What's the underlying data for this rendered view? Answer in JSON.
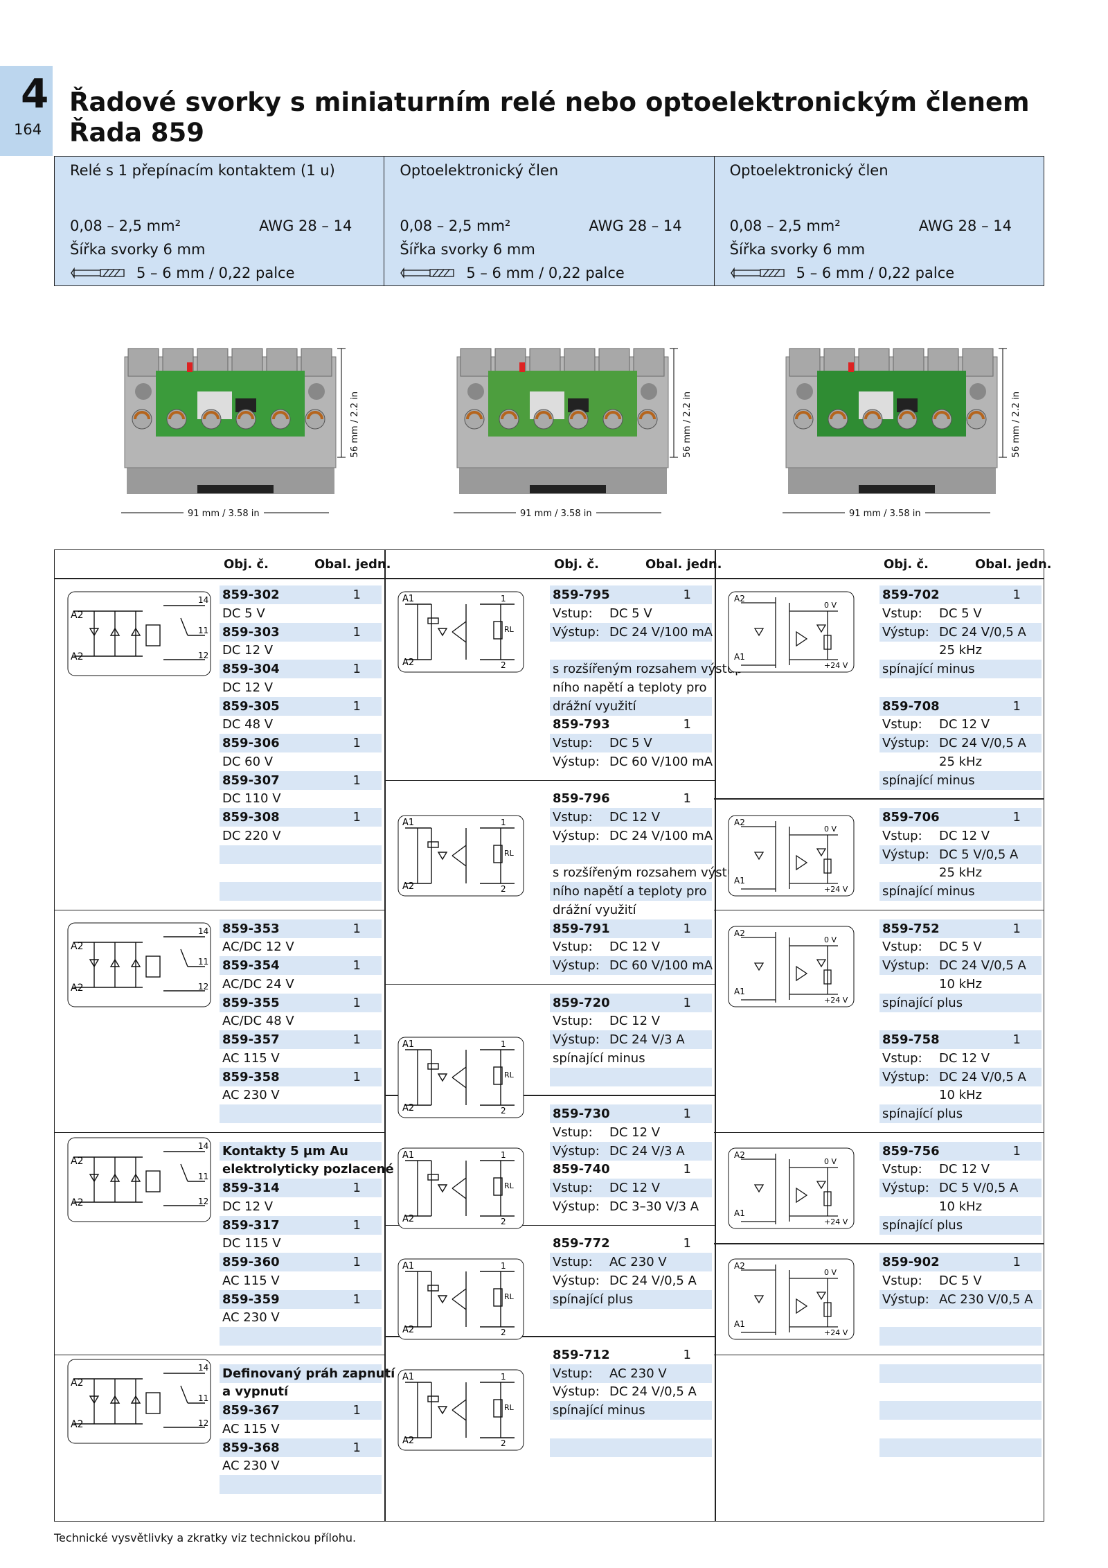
{
  "chapter": {
    "number": "4",
    "page": "164"
  },
  "title": {
    "line1": "Řadové svorky s miniaturním relé nebo optoelektronickým členem",
    "line2": "Řada 859"
  },
  "header": [
    {
      "name": "Relé s 1 přepínacím kontaktem (1 u)",
      "size": "0,08 – 2,5 mm²",
      "awg": "AWG 28 – 14",
      "width": "Šířka svorky 6 mm",
      "strip": "5 – 6 mm / 0,22 palce"
    },
    {
      "name": "Optoelektronický člen",
      "size": "0,08 – 2,5 mm²",
      "awg": "AWG 28 – 14",
      "width": "Šířka svorky 6 mm",
      "strip": "5 – 6 mm / 0,22 palce"
    },
    {
      "name": "Optoelektronický člen",
      "size": "0,08 – 2,5 mm²",
      "awg": "AWG 28 – 14",
      "width": "Šířka svorky 6 mm",
      "strip": "5 – 6 mm / 0,22 palce"
    }
  ],
  "dimensions": {
    "height": "56 mm / 2.2 in",
    "width": "91 mm / 3.58 in"
  },
  "table_header": {
    "order": "Obj. č.",
    "pack": "Obal. jedn."
  },
  "col1": [
    {
      "t": "p",
      "a": "859-302",
      "q": "1"
    },
    {
      "t": "v",
      "a": "DC 5 V"
    },
    {
      "t": "p",
      "a": "859-303",
      "q": "1"
    },
    {
      "t": "v",
      "a": "DC 12 V"
    },
    {
      "t": "p",
      "a": "859-304",
      "q": "1"
    },
    {
      "t": "v",
      "a": "DC 12 V"
    },
    {
      "t": "p",
      "a": "859-305",
      "q": "1"
    },
    {
      "t": "v",
      "a": "DC 48 V"
    },
    {
      "t": "p",
      "a": "859-306",
      "q": "1"
    },
    {
      "t": "v",
      "a": "DC 60 V"
    },
    {
      "t": "p",
      "a": "859-307",
      "q": "1"
    },
    {
      "t": "v",
      "a": "DC 110 V"
    },
    {
      "t": "p",
      "a": "859-308",
      "q": "1"
    },
    {
      "t": "v",
      "a": "DC 220 V"
    },
    {
      "t": "e"
    },
    {
      "t": "e"
    },
    {
      "t": "e"
    },
    {
      "t": "sep"
    },
    {
      "t": "p",
      "a": "859-353",
      "q": "1"
    },
    {
      "t": "v",
      "a": "AC/DC 12 V"
    },
    {
      "t": "p",
      "a": "859-354",
      "q": "1"
    },
    {
      "t": "v",
      "a": "AC/DC 24 V"
    },
    {
      "t": "p",
      "a": "859-355",
      "q": "1"
    },
    {
      "t": "v",
      "a": "AC/DC 48 V"
    },
    {
      "t": "p",
      "a": "859-357",
      "q": "1"
    },
    {
      "t": "v",
      "a": "AC 115 V"
    },
    {
      "t": "p",
      "a": "859-358",
      "q": "1"
    },
    {
      "t": "v",
      "a": "AC 230 V"
    },
    {
      "t": "e"
    },
    {
      "t": "sep"
    },
    {
      "t": "h",
      "a": "Kontakty 5 μm Au"
    },
    {
      "t": "h",
      "a": "elektrolyticky pozlacené"
    },
    {
      "t": "p",
      "a": "859-314",
      "q": "1"
    },
    {
      "t": "v",
      "a": "DC 12 V"
    },
    {
      "t": "p",
      "a": "859-317",
      "q": "1"
    },
    {
      "t": "v",
      "a": "DC 115 V"
    },
    {
      "t": "p",
      "a": "859-360",
      "q": "1"
    },
    {
      "t": "v",
      "a": "AC 115 V"
    },
    {
      "t": "p",
      "a": "859-359",
      "q": "1"
    },
    {
      "t": "v",
      "a": "AC 230 V"
    },
    {
      "t": "e"
    },
    {
      "t": "sep"
    },
    {
      "t": "h",
      "a": "Definovaný práh zapnutí"
    },
    {
      "t": "h",
      "a": "a vypnutí"
    },
    {
      "t": "p",
      "a": "859-367",
      "q": "1"
    },
    {
      "t": "v",
      "a": "AC 115 V"
    },
    {
      "t": "p",
      "a": "859-368",
      "q": "1"
    },
    {
      "t": "v",
      "a": "AC 230 V"
    },
    {
      "t": "e"
    }
  ],
  "col2": [
    {
      "t": "p",
      "a": "859-795",
      "q": "1"
    },
    {
      "t": "kv",
      "a": "Vstup:",
      "b": "DC 5 V"
    },
    {
      "t": "kv",
      "a": "Výstup:",
      "b": "DC 24 V/100 mA"
    },
    {
      "t": "e"
    },
    {
      "t": "v",
      "a": "s rozšířeným rozsahem výstup-"
    },
    {
      "t": "v",
      "a": "ního napětí a teploty pro"
    },
    {
      "t": "v",
      "a": "drážní využití"
    },
    {
      "t": "p",
      "a": "859-793",
      "q": "1"
    },
    {
      "t": "kv",
      "a": "Vstup:",
      "b": "DC 5 V"
    },
    {
      "t": "kv",
      "a": "Výstup:",
      "b": "DC 60 V/100 mA"
    },
    {
      "t": "sep"
    },
    {
      "t": "p",
      "a": "859-796",
      "q": "1"
    },
    {
      "t": "kv",
      "a": "Vstup:",
      "b": "DC 12 V"
    },
    {
      "t": "kv",
      "a": "Výstup:",
      "b": "DC 24 V/100 mA"
    },
    {
      "t": "e"
    },
    {
      "t": "v",
      "a": "s rozšířeným rozsahem výstup-"
    },
    {
      "t": "v",
      "a": "ního napětí a teploty pro"
    },
    {
      "t": "v",
      "a": "drážní využití"
    },
    {
      "t": "p",
      "a": "859-791",
      "q": "1"
    },
    {
      "t": "kv",
      "a": "Vstup:",
      "b": "DC 12 V"
    },
    {
      "t": "kv",
      "a": "Výstup:",
      "b": "DC 60 V/100 mA"
    },
    {
      "t": "sep"
    },
    {
      "t": "p",
      "a": "859-720",
      "q": "1"
    },
    {
      "t": "kv",
      "a": "Vstup:",
      "b": "DC 12 V"
    },
    {
      "t": "kv",
      "a": "Výstup:",
      "b": "DC 24 V/3 A"
    },
    {
      "t": "v",
      "a": "spínající minus"
    },
    {
      "t": "e"
    },
    {
      "t": "sep"
    },
    {
      "t": "p",
      "a": "859-730",
      "q": "1"
    },
    {
      "t": "kv",
      "a": "Vstup:",
      "b": "DC 12 V"
    },
    {
      "t": "kv",
      "a": "Výstup:",
      "b": "DC 24 V/3 A"
    },
    {
      "t": "p",
      "a": "859-740",
      "q": "1"
    },
    {
      "t": "kv",
      "a": "Vstup:",
      "b": "DC 12 V"
    },
    {
      "t": "kv",
      "a": "Výstup:",
      "b": "DC 3–30 V/3 A"
    },
    {
      "t": "sep"
    },
    {
      "t": "p",
      "a": "859-772",
      "q": "1"
    },
    {
      "t": "kv",
      "a": "Vstup:",
      "b": "AC 230 V"
    },
    {
      "t": "kv",
      "a": "Výstup:",
      "b": "DC 24 V/0,5 A"
    },
    {
      "t": "v",
      "a": "spínající plus"
    },
    {
      "t": "e"
    },
    {
      "t": "sep"
    },
    {
      "t": "p",
      "a": "859-712",
      "q": "1"
    },
    {
      "t": "kv",
      "a": "Vstup:",
      "b": "AC 230 V"
    },
    {
      "t": "kv",
      "a": "Výstup:",
      "b": "DC 24 V/0,5 A"
    },
    {
      "t": "v",
      "a": "spínající minus"
    },
    {
      "t": "e"
    },
    {
      "t": "e"
    }
  ],
  "col3": [
    {
      "t": "p",
      "a": "859-702",
      "q": "1"
    },
    {
      "t": "kv",
      "a": "Vstup:",
      "b": "DC 5 V"
    },
    {
      "t": "kv",
      "a": "Výstup:",
      "b": "DC 24 V/0,5 A"
    },
    {
      "t": "kv",
      "a": "",
      "b": "25 kHz"
    },
    {
      "t": "v",
      "a": "spínající minus"
    },
    {
      "t": "e"
    },
    {
      "t": "p",
      "a": "859-708",
      "q": "1"
    },
    {
      "t": "kv",
      "a": "Vstup:",
      "b": "DC 12 V"
    },
    {
      "t": "kv",
      "a": "Výstup:",
      "b": "DC 24 V/0,5 A"
    },
    {
      "t": "kv",
      "a": "",
      "b": "25 kHz"
    },
    {
      "t": "v",
      "a": "spínající minus"
    },
    {
      "t": "sep"
    },
    {
      "t": "p",
      "a": "859-706",
      "q": "1"
    },
    {
      "t": "kv",
      "a": "Vstup:",
      "b": "DC 12 V"
    },
    {
      "t": "kv",
      "a": "Výstup:",
      "b": "DC 5 V/0,5 A"
    },
    {
      "t": "kv",
      "a": "",
      "b": "25 kHz"
    },
    {
      "t": "v",
      "a": "spínající minus"
    },
    {
      "t": "sep"
    },
    {
      "t": "p",
      "a": "859-752",
      "q": "1"
    },
    {
      "t": "kv",
      "a": "Vstup:",
      "b": "DC 5 V"
    },
    {
      "t": "kv",
      "a": "Výstup:",
      "b": "DC 24 V/0,5 A"
    },
    {
      "t": "kv",
      "a": "",
      "b": "10 kHz"
    },
    {
      "t": "v",
      "a": "spínající plus"
    },
    {
      "t": "e"
    },
    {
      "t": "p",
      "a": "859-758",
      "q": "1"
    },
    {
      "t": "kv",
      "a": "Vstup:",
      "b": "DC 12 V"
    },
    {
      "t": "kv",
      "a": "Výstup:",
      "b": "DC 24 V/0,5 A"
    },
    {
      "t": "kv",
      "a": "",
      "b": "10 kHz"
    },
    {
      "t": "v",
      "a": "spínající plus"
    },
    {
      "t": "sep"
    },
    {
      "t": "p",
      "a": "859-756",
      "q": "1"
    },
    {
      "t": "kv",
      "a": "Vstup:",
      "b": "DC 12 V"
    },
    {
      "t": "kv",
      "a": "Výstup:",
      "b": "DC 5 V/0,5 A"
    },
    {
      "t": "kv",
      "a": "",
      "b": "10 kHz"
    },
    {
      "t": "v",
      "a": "spínající plus"
    },
    {
      "t": "sep"
    },
    {
      "t": "p",
      "a": "859-902",
      "q": "1"
    },
    {
      "t": "kv",
      "a": "Vstup:",
      "b": "DC 5 V"
    },
    {
      "t": "kv",
      "a": "Výstup:",
      "b": "AC 230 V/0,5 A"
    },
    {
      "t": "e"
    },
    {
      "t": "e"
    },
    {
      "t": "sep"
    },
    {
      "t": "e"
    },
    {
      "t": "e"
    },
    {
      "t": "e"
    },
    {
      "t": "e"
    },
    {
      "t": "e"
    },
    {
      "t": "e"
    }
  ],
  "footer": "Technické vysvětlivky a zkratky viz technickou přílohu."
}
